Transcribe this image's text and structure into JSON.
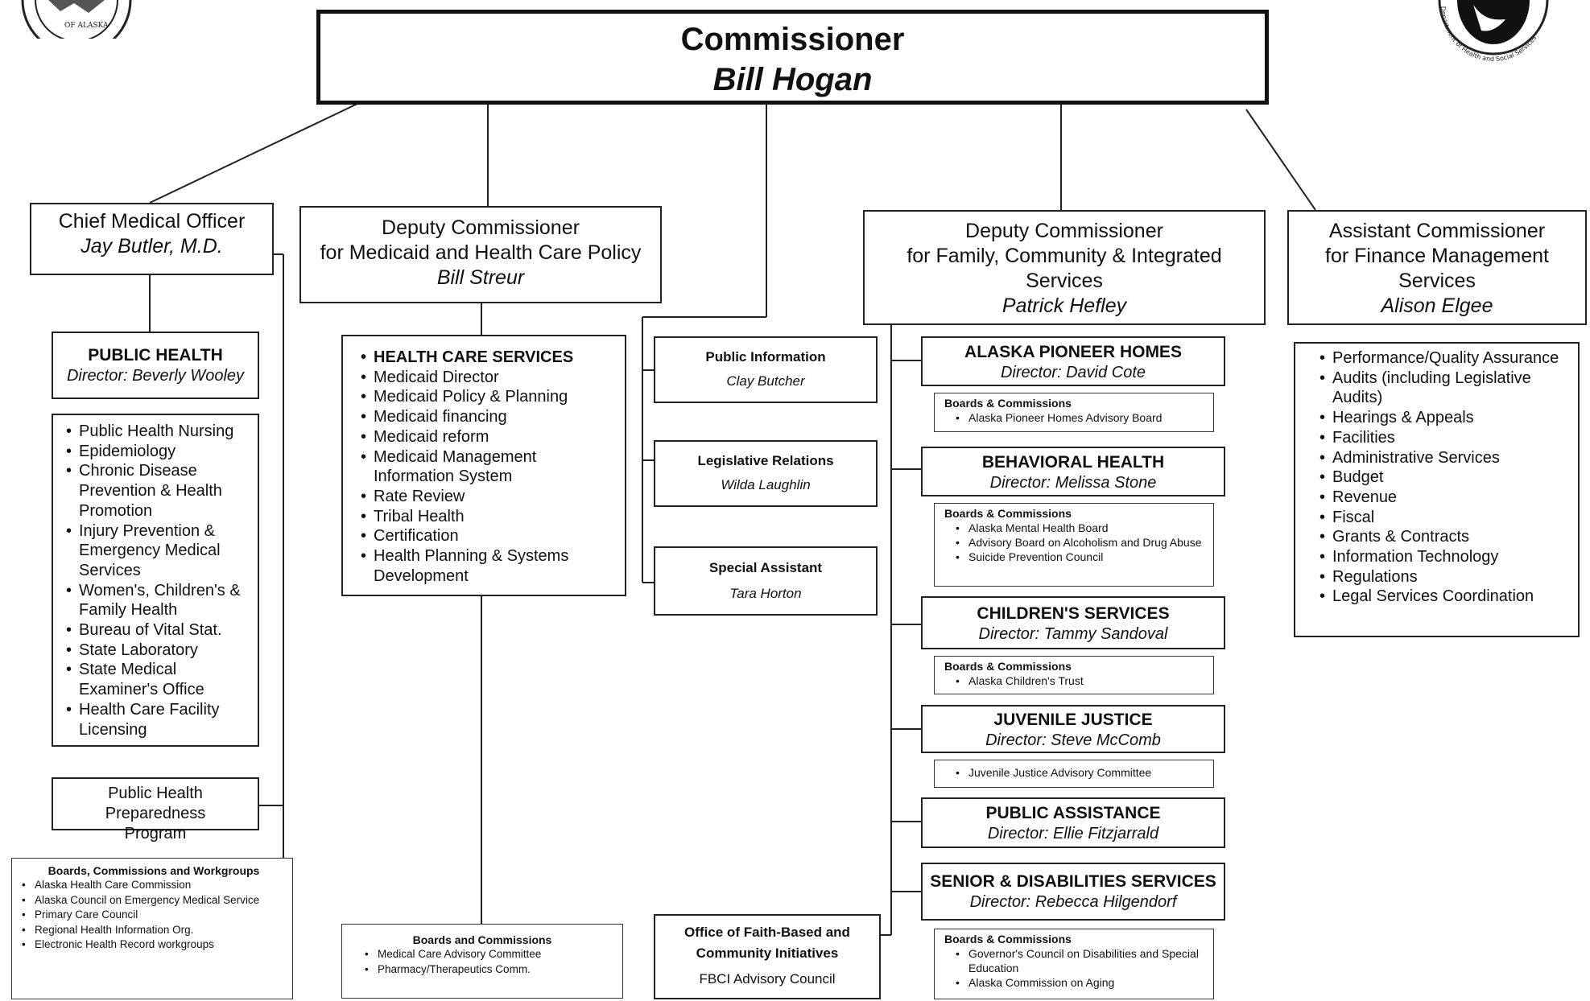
{
  "commissioner": {
    "title": "Commissioner",
    "name": "Bill Hogan"
  },
  "seal_left": {
    "text": "OF ALASKA"
  },
  "seal_right": {
    "text": "Department of Health and Social Services"
  },
  "cmo": {
    "title": "Chief Medical Officer",
    "name": "Jay Butler, M.D."
  },
  "public_health": {
    "title": "PUBLIC HEALTH",
    "director": "Director: Beverly Wooley",
    "items": [
      "Public Health Nursing",
      "Epidemiology",
      "Chronic Disease Prevention & Health Promotion",
      "Injury Prevention & Emergency Medical Services",
      "Women's, Children's & Family Health",
      "Bureau of Vital Stat.",
      "State Laboratory",
      "State Medical Examiner's Office",
      "Health Care Facility Licensing"
    ],
    "preparedness": "Public Health Preparedness Program",
    "boards": {
      "title": "Boards, Commissions and Workgroups",
      "items": [
        "Alaska Health Care Commission",
        "Alaska Council on Emergency Medical Service",
        "Primary Care Council",
        "Regional Health Information Org.",
        "Electronic Health Record workgroups"
      ]
    }
  },
  "deputy_medicaid": {
    "line1": "Deputy Commissioner",
    "line2": "for Medicaid and Health Care Policy",
    "name": "Bill Streur"
  },
  "health_care_services": {
    "title": "HEALTH CARE SERVICES",
    "items": [
      "Medicaid Director",
      "Medicaid Policy & Planning",
      "Medicaid financing",
      "Medicaid reform",
      "Medicaid Management Information System",
      "Rate Review",
      "Tribal Health",
      "Certification",
      "Health Planning & Systems Development"
    ],
    "boards": {
      "title": "Boards and Commissions",
      "items": [
        "Medical Care Advisory Committee",
        "Pharmacy/Therapeutics Comm."
      ]
    }
  },
  "staff": {
    "public_information": {
      "title": "Public Information",
      "name": "Clay Butcher"
    },
    "legislative_relations": {
      "title": "Legislative Relations",
      "name": "Wilda Laughlin"
    },
    "special_assistant": {
      "title": "Special Assistant",
      "name": "Tara Horton"
    },
    "faith": {
      "line1": "Office of Faith-Based and",
      "line2": "Community Initiatives",
      "council": "FBCI Advisory Council"
    }
  },
  "deputy_family": {
    "line1": "Deputy Commissioner",
    "line2": "for Family, Community & Integrated",
    "line3": "Services",
    "name": "Patrick Hefley"
  },
  "divisions": {
    "pioneer": {
      "title": "ALASKA PIONEER HOMES",
      "director": "Director: David Cote",
      "boards_title": "Boards & Commissions",
      "boards": [
        "Alaska Pioneer Homes Advisory Board"
      ]
    },
    "behavioral": {
      "title": "BEHAVIORAL HEALTH",
      "director": "Director: Melissa Stone",
      "boards_title": "Boards & Commissions",
      "boards": [
        "Alaska Mental Health Board",
        "Advisory Board on Alcoholism and Drug Abuse",
        "Suicide Prevention Council"
      ]
    },
    "children": {
      "title": "CHILDREN'S SERVICES",
      "director": "Director: Tammy Sandoval",
      "boards_title": "Boards & Commissions",
      "boards": [
        "Alaska Children's Trust"
      ]
    },
    "juvenile": {
      "title": "JUVENILE JUSTICE",
      "director": "Director: Steve McComb",
      "boards": [
        "Juvenile Justice Advisory Committee"
      ]
    },
    "public_assistance": {
      "title": "PUBLIC ASSISTANCE",
      "director": "Director: Ellie Fitzjarrald"
    },
    "senior": {
      "title": "SENIOR & DISABILITIES SERVICES",
      "director": "Director: Rebecca Hilgendorf",
      "boards_title": "Boards & Commissions",
      "boards": [
        "Governor's Council on Disabilities and Special Education",
        "Alaska Commission on Aging"
      ]
    }
  },
  "assistant_finance": {
    "line1": "Assistant Commissioner",
    "line2": "for Finance Management",
    "line3": "Services",
    "name": "Alison Elgee",
    "items": [
      "Performance/Quality Assurance",
      "Audits (including Legislative Audits)",
      "Hearings & Appeals",
      "Facilities",
      "Administrative Services",
      "Budget",
      "Revenue",
      "Fiscal",
      "Grants & Contracts",
      "Information Technology",
      "Regulations",
      "Legal Services Coordination"
    ]
  }
}
